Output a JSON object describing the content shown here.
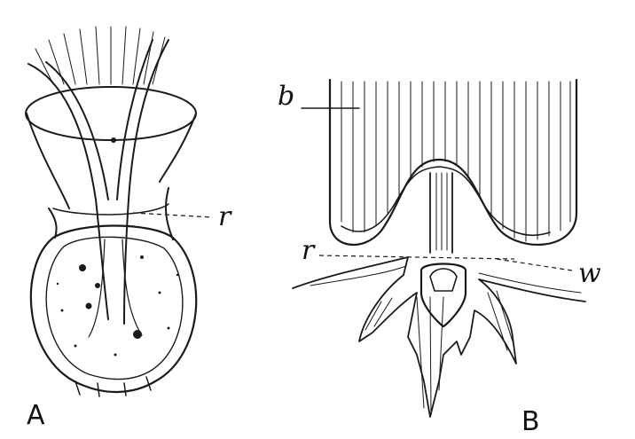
{
  "figure": {
    "panels": [
      {
        "id": "A",
        "label": "A",
        "annotations": [
          {
            "letter": "r"
          }
        ]
      },
      {
        "id": "B",
        "label": "B",
        "annotations": [
          {
            "letter": "b"
          },
          {
            "letter": "r"
          },
          {
            "letter": "w"
          }
        ]
      }
    ],
    "colors": {
      "ink": "#1a1a1a",
      "paper": "#ffffff"
    }
  }
}
